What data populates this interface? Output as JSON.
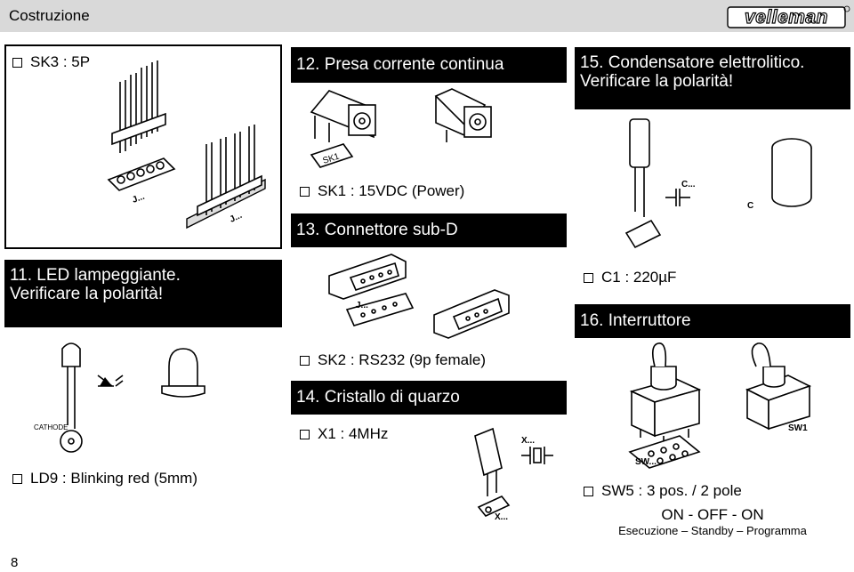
{
  "header": {
    "section_title": "Costruzione",
    "brand": "velleman"
  },
  "sections": {
    "s12": {
      "title": "12. Presa corrente continua",
      "part": "SK1 : 15VDC  (Power)"
    },
    "s13": {
      "title": "13. Connettore sub-D",
      "part": "SK2 :  RS232 (9p female)"
    },
    "s14": {
      "title": "14. Cristallo di quarzo",
      "part": "X1    : 4MHz"
    },
    "s11": {
      "title_line1": "11. LED lampeggiante.",
      "title_line2": "Verificare la polarità!",
      "part": "LD9 : Blinking red (5mm)",
      "cathode_label": "CATHODE"
    },
    "s15": {
      "title_line1": "15. Condensatore elettrolitico.",
      "title_line2": "Verificare la polarità!",
      "part": "C1    : 220µF"
    },
    "s16": {
      "title": "16. Interruttore",
      "part": "SW5 : 3 pos. / 2 pole",
      "positions": "ON - OFF - ON",
      "modes": "Esecuzione – Standby – Programma"
    },
    "sk3": {
      "part": "SK3 :  5P"
    }
  },
  "footer": {
    "page_number": "8"
  }
}
